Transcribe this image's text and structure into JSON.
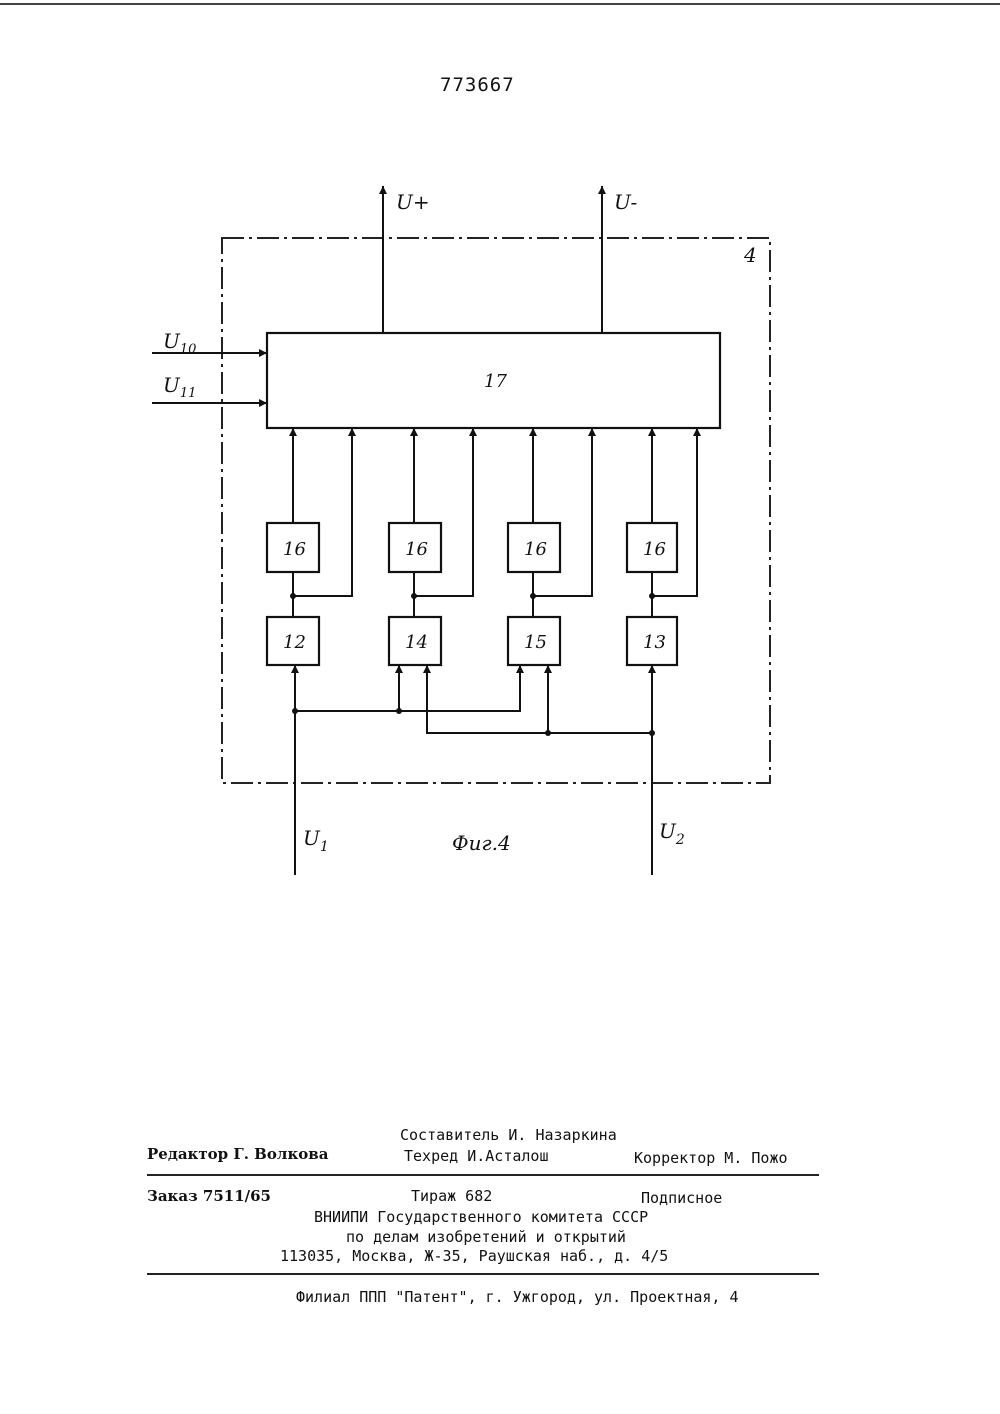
{
  "patent_number": "773667",
  "diagram": {
    "outputs": {
      "u_plus": "U+",
      "u_minus": "U-"
    },
    "block_frame_label": "4",
    "main_block": "17",
    "inputs_left": [
      {
        "base": "U",
        "sub": "10"
      },
      {
        "base": "U",
        "sub": "11"
      }
    ],
    "upper_blocks": [
      "16",
      "16",
      "16",
      "16"
    ],
    "lower_blocks": [
      "12",
      "14",
      "15",
      "13"
    ],
    "input_u1": {
      "base": "U",
      "sub": "1"
    },
    "input_u2": {
      "base": "U",
      "sub": "2"
    },
    "figure_caption": "Фиг.4"
  },
  "imprint": {
    "compiler": "Составитель И. Назаркина",
    "editor": "Редактор Г. Волкова",
    "techred": "Техред И.Асталош",
    "corrector": "Корректор  М. Пожо",
    "order": "Заказ 7511/65",
    "circulation": "Тираж 682",
    "subscription": "Подписное",
    "org_line1": "ВНИИПИ Государственного комитета СССР",
    "org_line2": "по делам изобретений и открытий",
    "address": "113035, Москва, Ж-35, Раушская наб., д. 4/5",
    "branch": "Филиал ППП \"Патент\", г. Ужгород, ул. Проектная, 4"
  }
}
